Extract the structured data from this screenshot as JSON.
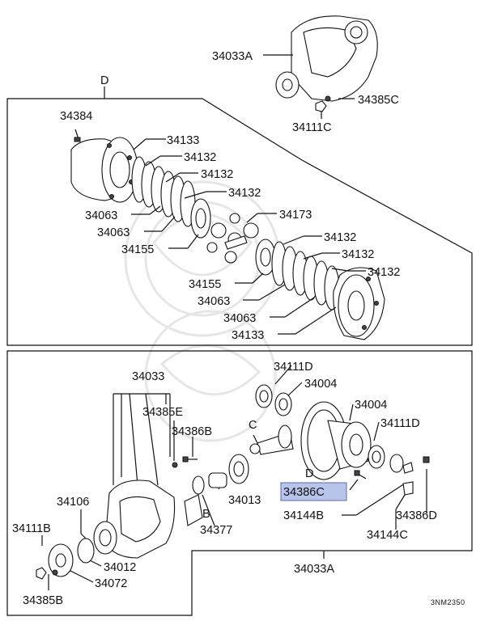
{
  "diagram_code": "3NM2350",
  "labels": {
    "l34033A_top": "34033A",
    "l34385C": "34385C",
    "l34111C": "34111C",
    "lD_top": "D",
    "l34384": "34384",
    "l34133_a": "34133",
    "l34132_a": "34132",
    "l34132_b": "34132",
    "l34132_c": "34132",
    "l34063_a": "34063",
    "l34063_b": "34063",
    "l34155_a": "34155",
    "l34173": "34173",
    "l34132_d": "34132",
    "l34132_e": "34132",
    "l34132_f": "34132",
    "l34155_b": "34155",
    "l34063_c": "34063",
    "l34063_d": "34063",
    "l34133_b": "34133",
    "l34111D_a": "34111D",
    "l34004_a": "34004",
    "l34033": "34033",
    "l34385E": "34385E",
    "l34386B": "34386B",
    "lC": "C",
    "l34004_b": "34004",
    "l34111D_b": "34111D",
    "lD_bot": "D",
    "l34386C": "34386C",
    "l34013": "34013",
    "lB": "B",
    "l34144B": "34144B",
    "l34386D": "34386D",
    "l34106": "34106",
    "l34377": "34377",
    "l34144C": "34144C",
    "l34111B": "34111B",
    "l34012": "34012",
    "l34033A_bot": "34033A",
    "l34072": "34072",
    "l34385B": "34385B"
  },
  "highlight": {
    "color": "#b8c4ea",
    "border": "#5a6aa8"
  }
}
